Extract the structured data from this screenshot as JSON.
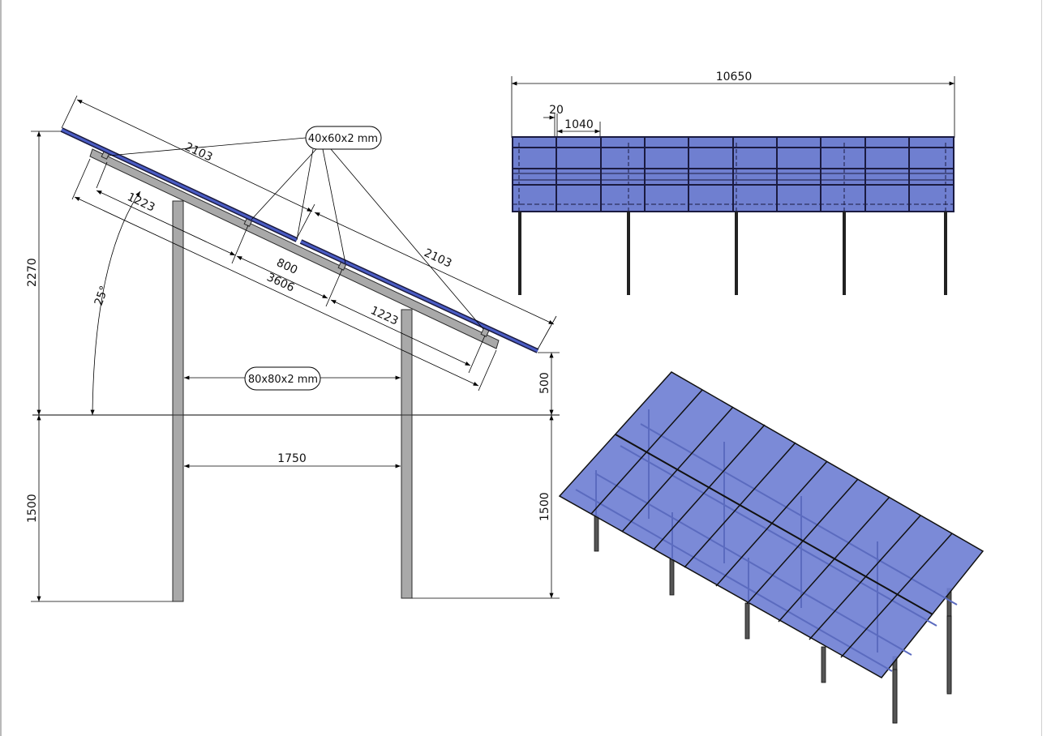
{
  "colors": {
    "panel_fill": "#6f7fd0",
    "panel_edge": "#1b1b40",
    "steel": "#a9a9a9",
    "steel_edge": "#2b2b2b",
    "line": "#000000"
  },
  "side_view": {
    "panel_length_upper": "2103",
    "panel_length_lower": "2103",
    "rail_label": "40x60x2 mm",
    "post_label": "80x80x2 mm",
    "seg_left": "1223",
    "seg_mid": "800",
    "seg_total": "3606",
    "seg_right": "1223",
    "angle": "25°",
    "height_total": "2270",
    "height_front": "500",
    "post_spacing_upper": "1750",
    "embed_left": "1500",
    "embed_right": "1500"
  },
  "front_view": {
    "total_width": "10650",
    "gap": "20",
    "panel_width": "1040"
  }
}
